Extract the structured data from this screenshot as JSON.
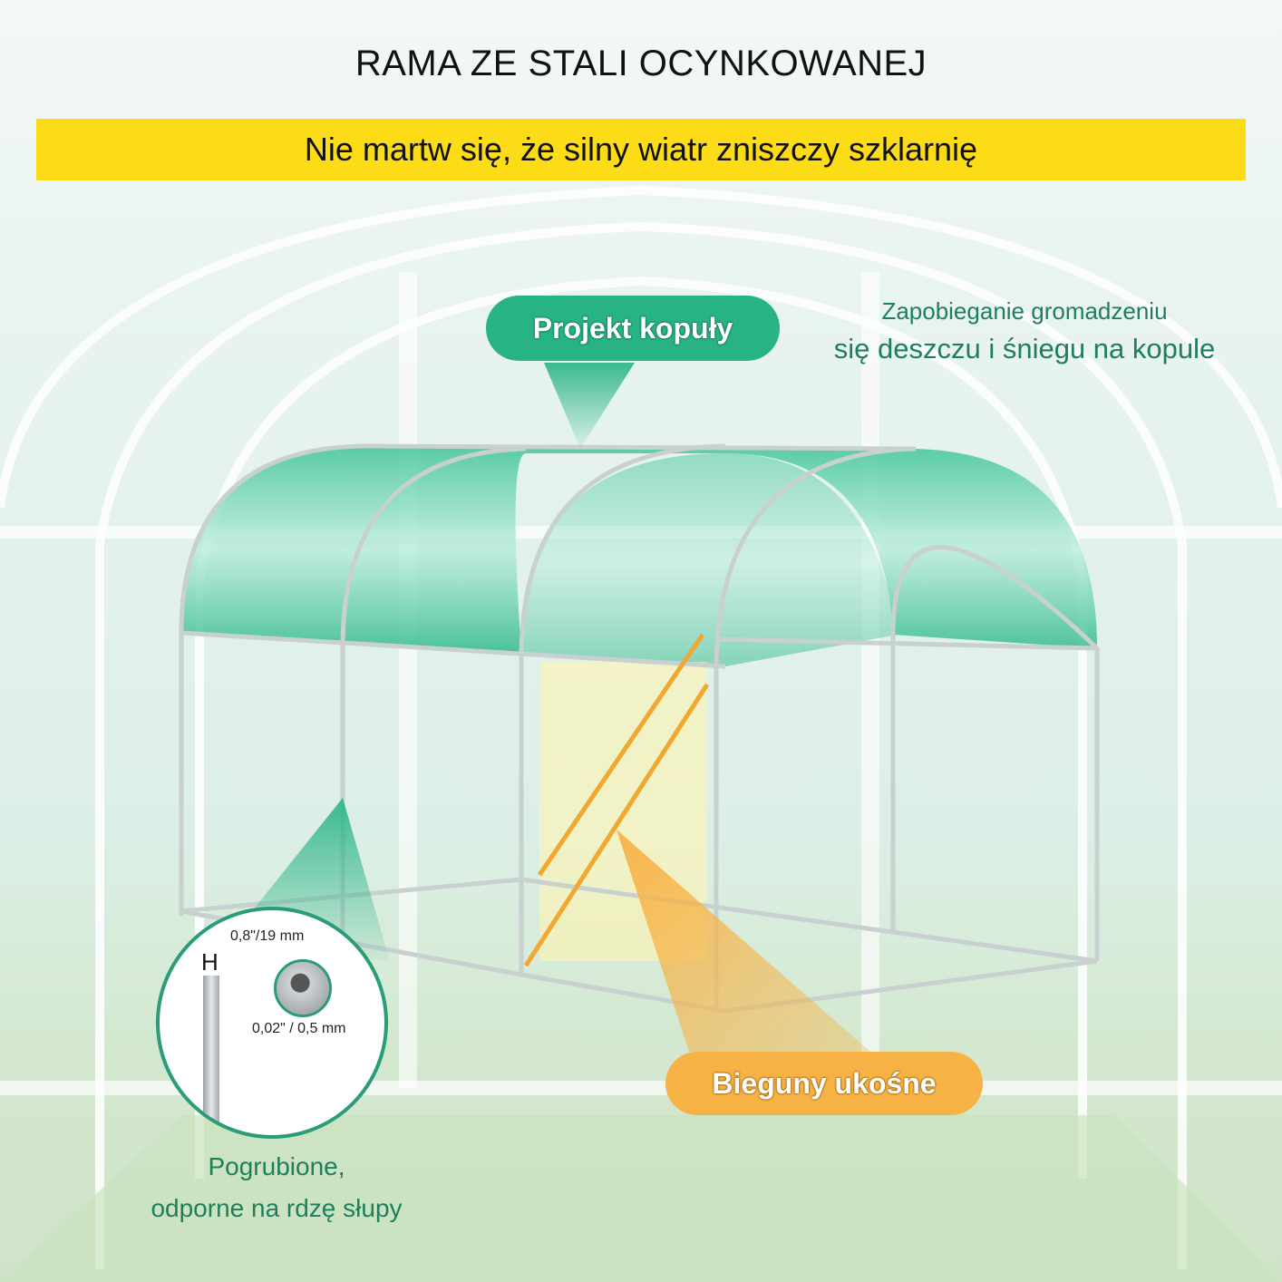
{
  "header": {
    "title": "RAMA ZE STALI OCYNKOWANEJ",
    "banner": "Nie martw się, że silny wiatr zniszczy szklarnię"
  },
  "callouts": {
    "dome": {
      "label": "Projekt kopuły",
      "color": "#27b386"
    },
    "dome_note": {
      "line1": "Zapobieganie gromadzeniu",
      "line2": "się deszczu i śniegu na kopule"
    },
    "diagonal": {
      "label": "Bieguny ukośne",
      "color": "#f7b245"
    },
    "poles_note": {
      "line1": "Pogrubione,",
      "line2": "odporne na rdzę słupy"
    }
  },
  "pipe_detail": {
    "diameter": "0,8\"/19 mm",
    "wall_thickness": "0,02\" / 0,5 mm"
  },
  "colors": {
    "banner": "#fbdc16",
    "accent_green": "#27b386",
    "text_green": "#1f7f5c",
    "accent_orange": "#f7b245"
  }
}
